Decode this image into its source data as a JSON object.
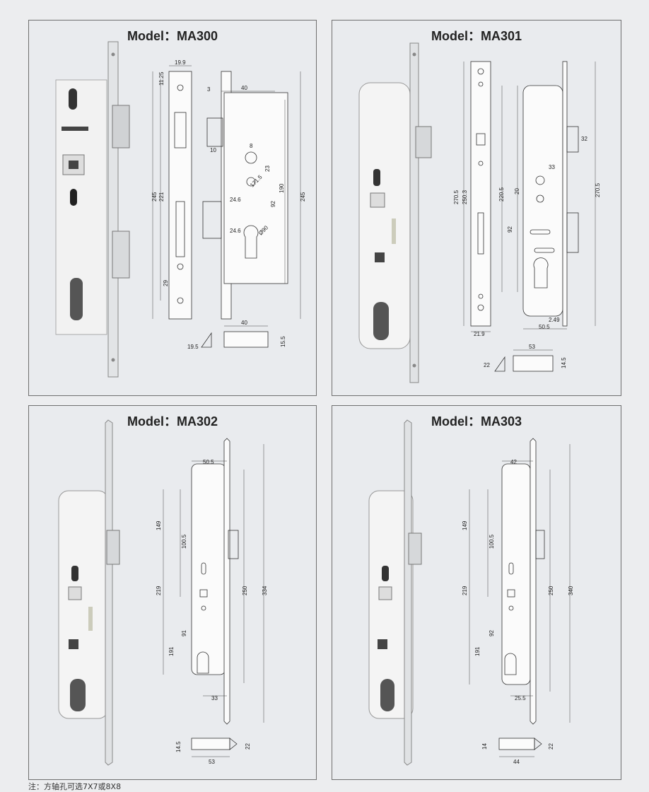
{
  "panels": [
    {
      "model": "Model：MA300",
      "dims": [
        "19.9",
        "11.25",
        "3",
        "40",
        "245",
        "221",
        "10",
        "8",
        "23",
        "171.5",
        "24.6",
        "190",
        "92",
        "24.6",
        "Ø90",
        "245",
        "29",
        "40",
        "19.5",
        "15.5"
      ]
    },
    {
      "model": "Model：MA301",
      "dims": [
        "270.5",
        "250.3",
        "220.5",
        "20",
        "33",
        "32",
        "92",
        "270.5",
        "2.49",
        "50.5",
        "21.9",
        "53",
        "22",
        "14.5"
      ]
    },
    {
      "model": "Model：MA302",
      "dims": [
        "50.5",
        "149",
        "100.5",
        "219",
        "91",
        "191",
        "250",
        "334",
        "33",
        "14.5",
        "53",
        "22"
      ]
    },
    {
      "model": "Model：MA303",
      "dims": [
        "42",
        "149",
        "100.5",
        "219",
        "92",
        "191",
        "250",
        "340",
        "25.5",
        "14",
        "44",
        "22"
      ]
    }
  ],
  "footnote": "注：方轴孔可选7X7或8X8"
}
